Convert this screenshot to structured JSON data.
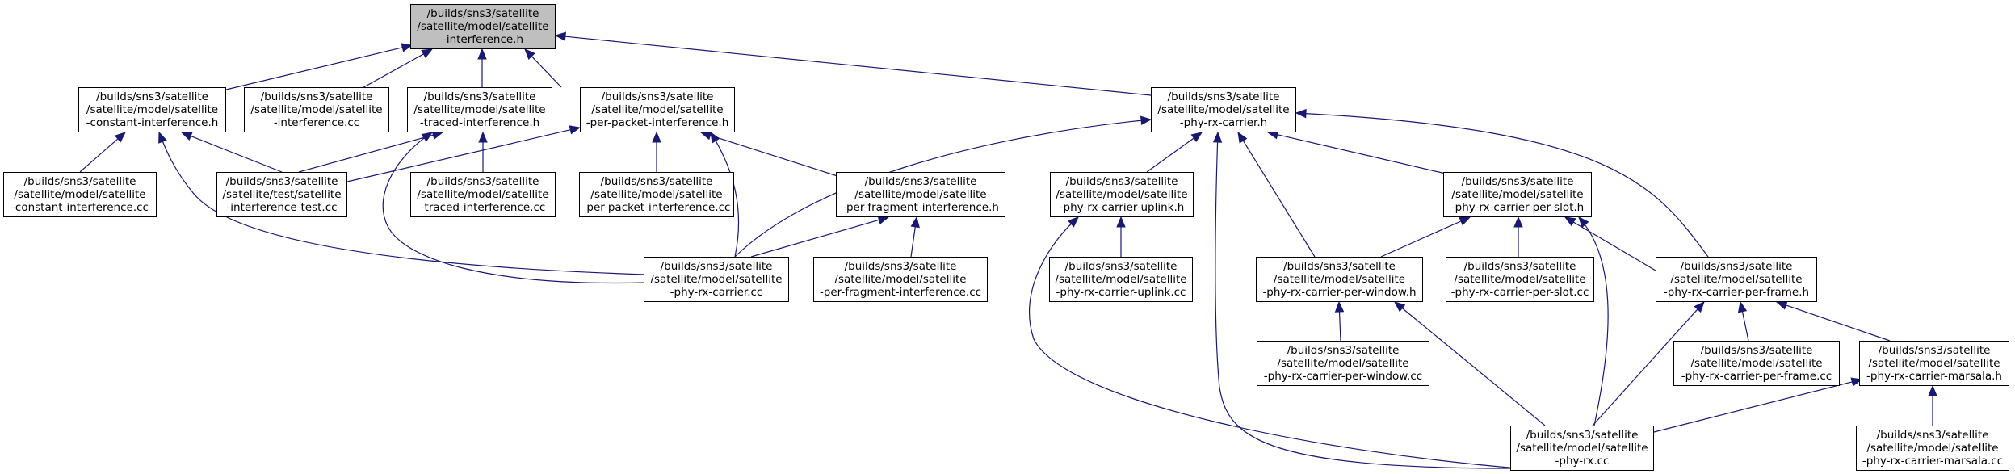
{
  "diagram_title": "",
  "colors": {
    "edge": "#191970",
    "root_fill": "#bfbfbf",
    "node_fill": "#ffffff",
    "border": "#000000"
  },
  "nodes": {
    "sat_interference_h": [
      "/builds/sns3/satellite",
      "/satellite/model/satellite",
      "-interference.h"
    ],
    "constant_h": [
      "/builds/sns3/satellite",
      "/satellite/model/satellite",
      "-constant-interference.h"
    ],
    "interference_cc": [
      "/builds/sns3/satellite",
      "/satellite/model/satellite",
      "-interference.cc"
    ],
    "traced_h": [
      "/builds/sns3/satellite",
      "/satellite/model/satellite",
      "-traced-interference.h"
    ],
    "per_packet_h": [
      "/builds/sns3/satellite",
      "/satellite/model/satellite",
      "-per-packet-interference.h"
    ],
    "phy_rx_carrier_h": [
      "/builds/sns3/satellite",
      "/satellite/model/satellite",
      "-phy-rx-carrier.h"
    ],
    "constant_cc": [
      "/builds/sns3/satellite",
      "/satellite/model/satellite",
      "-constant-interference.cc"
    ],
    "interference_test_cc": [
      "/builds/sns3/satellite",
      "/satellite/test/satellite",
      "-interference-test.cc"
    ],
    "traced_cc": [
      "/builds/sns3/satellite",
      "/satellite/model/satellite",
      "-traced-interference.cc"
    ],
    "per_packet_cc": [
      "/builds/sns3/satellite",
      "/satellite/model/satellite",
      "-per-packet-interference.cc"
    ],
    "per_fragment_h": [
      "/builds/sns3/satellite",
      "/satellite/model/satellite",
      "-per-fragment-interference.h"
    ],
    "uplink_h": [
      "/builds/sns3/satellite",
      "/satellite/model/satellite",
      "-phy-rx-carrier-uplink.h"
    ],
    "per_slot_h": [
      "/builds/sns3/satellite",
      "/satellite/model/satellite",
      "-phy-rx-carrier-per-slot.h"
    ],
    "phy_rx_carrier_cc": [
      "/builds/sns3/satellite",
      "/satellite/model/satellite",
      "-phy-rx-carrier.cc"
    ],
    "per_fragment_cc": [
      "/builds/sns3/satellite",
      "/satellite/model/satellite",
      "-per-fragment-interference.cc"
    ],
    "uplink_cc": [
      "/builds/sns3/satellite",
      "/satellite/model/satellite",
      "-phy-rx-carrier-uplink.cc"
    ],
    "per_window_h": [
      "/builds/sns3/satellite",
      "/satellite/model/satellite",
      "-phy-rx-carrier-per-window.h"
    ],
    "per_slot_cc": [
      "/builds/sns3/satellite",
      "/satellite/model/satellite",
      "-phy-rx-carrier-per-slot.cc"
    ],
    "per_frame_h": [
      "/builds/sns3/satellite",
      "/satellite/model/satellite",
      "-phy-rx-carrier-per-frame.h"
    ],
    "per_window_cc": [
      "/builds/sns3/satellite",
      "/satellite/model/satellite",
      "-phy-rx-carrier-per-window.cc"
    ],
    "per_frame_cc": [
      "/builds/sns3/satellite",
      "/satellite/model/satellite",
      "-phy-rx-carrier-per-frame.cc"
    ],
    "marsala_h": [
      "/builds/sns3/satellite",
      "/satellite/model/satellite",
      "-phy-rx-carrier-marsala.h"
    ],
    "phy_rx_cc": [
      "/builds/sns3/satellite",
      "/satellite/model/satellite",
      "-phy-rx.cc"
    ],
    "marsala_cc": [
      "/builds/sns3/satellite",
      "/satellite/model/satellite",
      "-phy-rx-carrier-marsala.cc"
    ]
  },
  "edges": [
    [
      "constant_h",
      "sat_interference_h"
    ],
    [
      "interference_cc",
      "sat_interference_h"
    ],
    [
      "traced_h",
      "sat_interference_h"
    ],
    [
      "per_packet_h",
      "sat_interference_h"
    ],
    [
      "phy_rx_carrier_h",
      "sat_interference_h"
    ],
    [
      "constant_cc",
      "constant_h"
    ],
    [
      "interference_test_cc",
      "constant_h"
    ],
    [
      "phy_rx_carrier_cc",
      "constant_h"
    ],
    [
      "interference_test_cc",
      "traced_h"
    ],
    [
      "traced_cc",
      "traced_h"
    ],
    [
      "phy_rx_carrier_cc",
      "traced_h"
    ],
    [
      "interference_test_cc",
      "per_packet_h"
    ],
    [
      "per_packet_cc",
      "per_packet_h"
    ],
    [
      "per_fragment_h",
      "per_packet_h"
    ],
    [
      "phy_rx_carrier_cc",
      "per_packet_h"
    ],
    [
      "phy_rx_carrier_cc",
      "per_fragment_h"
    ],
    [
      "per_fragment_cc",
      "per_fragment_h"
    ],
    [
      "phy_rx_carrier_cc",
      "phy_rx_carrier_h"
    ],
    [
      "uplink_h",
      "phy_rx_carrier_h"
    ],
    [
      "per_window_h",
      "phy_rx_carrier_h"
    ],
    [
      "per_slot_h",
      "phy_rx_carrier_h"
    ],
    [
      "per_frame_h",
      "phy_rx_carrier_h"
    ],
    [
      "phy_rx_cc",
      "phy_rx_carrier_h"
    ],
    [
      "uplink_cc",
      "uplink_h"
    ],
    [
      "phy_rx_cc",
      "uplink_h"
    ],
    [
      "per_window_h",
      "per_slot_h"
    ],
    [
      "per_slot_cc",
      "per_slot_h"
    ],
    [
      "per_frame_h",
      "per_slot_h"
    ],
    [
      "phy_rx_cc",
      "per_slot_h"
    ],
    [
      "per_window_cc",
      "per_window_h"
    ],
    [
      "phy_rx_cc",
      "per_window_h"
    ],
    [
      "per_frame_cc",
      "per_frame_h"
    ],
    [
      "marsala_h",
      "per_frame_h"
    ],
    [
      "phy_rx_cc",
      "per_frame_h"
    ],
    [
      "marsala_cc",
      "marsala_h"
    ],
    [
      "phy_rx_cc",
      "marsala_h"
    ]
  ]
}
